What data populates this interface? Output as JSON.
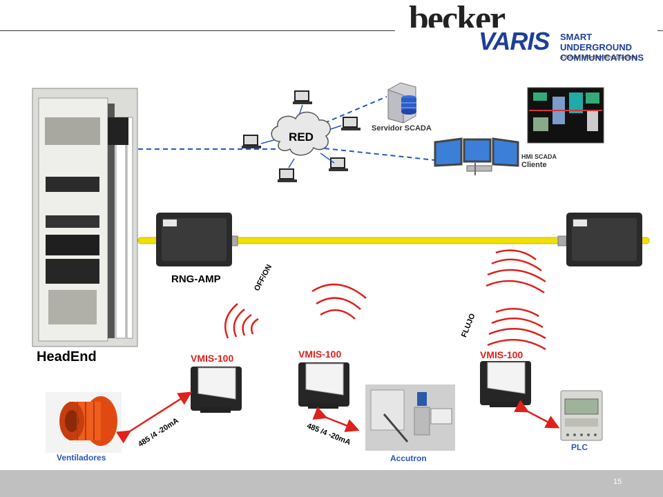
{
  "logo": {
    "brand": "becker",
    "varis": "VARIS",
    "tagline_1": "SMART UNDERGROUND",
    "tagline_2": "COMMUNICATIONS",
    "subline": "A division of Becker Mining Systems"
  },
  "network": {
    "cloud_label": "RED",
    "server_label": "Servidor SCADA",
    "hmi_label_1": "HMI SCADA",
    "hmi_label_2": "Cliente"
  },
  "devices": {
    "headend_label": "HeadEnd",
    "rng_amp_label": "RNG-AMP",
    "vmis_1_label": "VMIS-100",
    "vmis_2_label": "VMIS-100",
    "vmis_3_label": "VMIS-100"
  },
  "signals": {
    "off_on": "OFF/ON",
    "flujo": "FLUJO",
    "link_1": "485 /4 -20mA",
    "link_2": "485 /4 -20mA"
  },
  "endpoints": {
    "ventiladores": "Ventiladores",
    "accutron": "Accutron",
    "plc": "PLC"
  },
  "colors": {
    "cable": "#f2e000",
    "dashed_link": "#2255cc",
    "wave": "#e0201a",
    "brand_blue": "#1d3f9a"
  },
  "footer": {
    "page_number": "15"
  }
}
